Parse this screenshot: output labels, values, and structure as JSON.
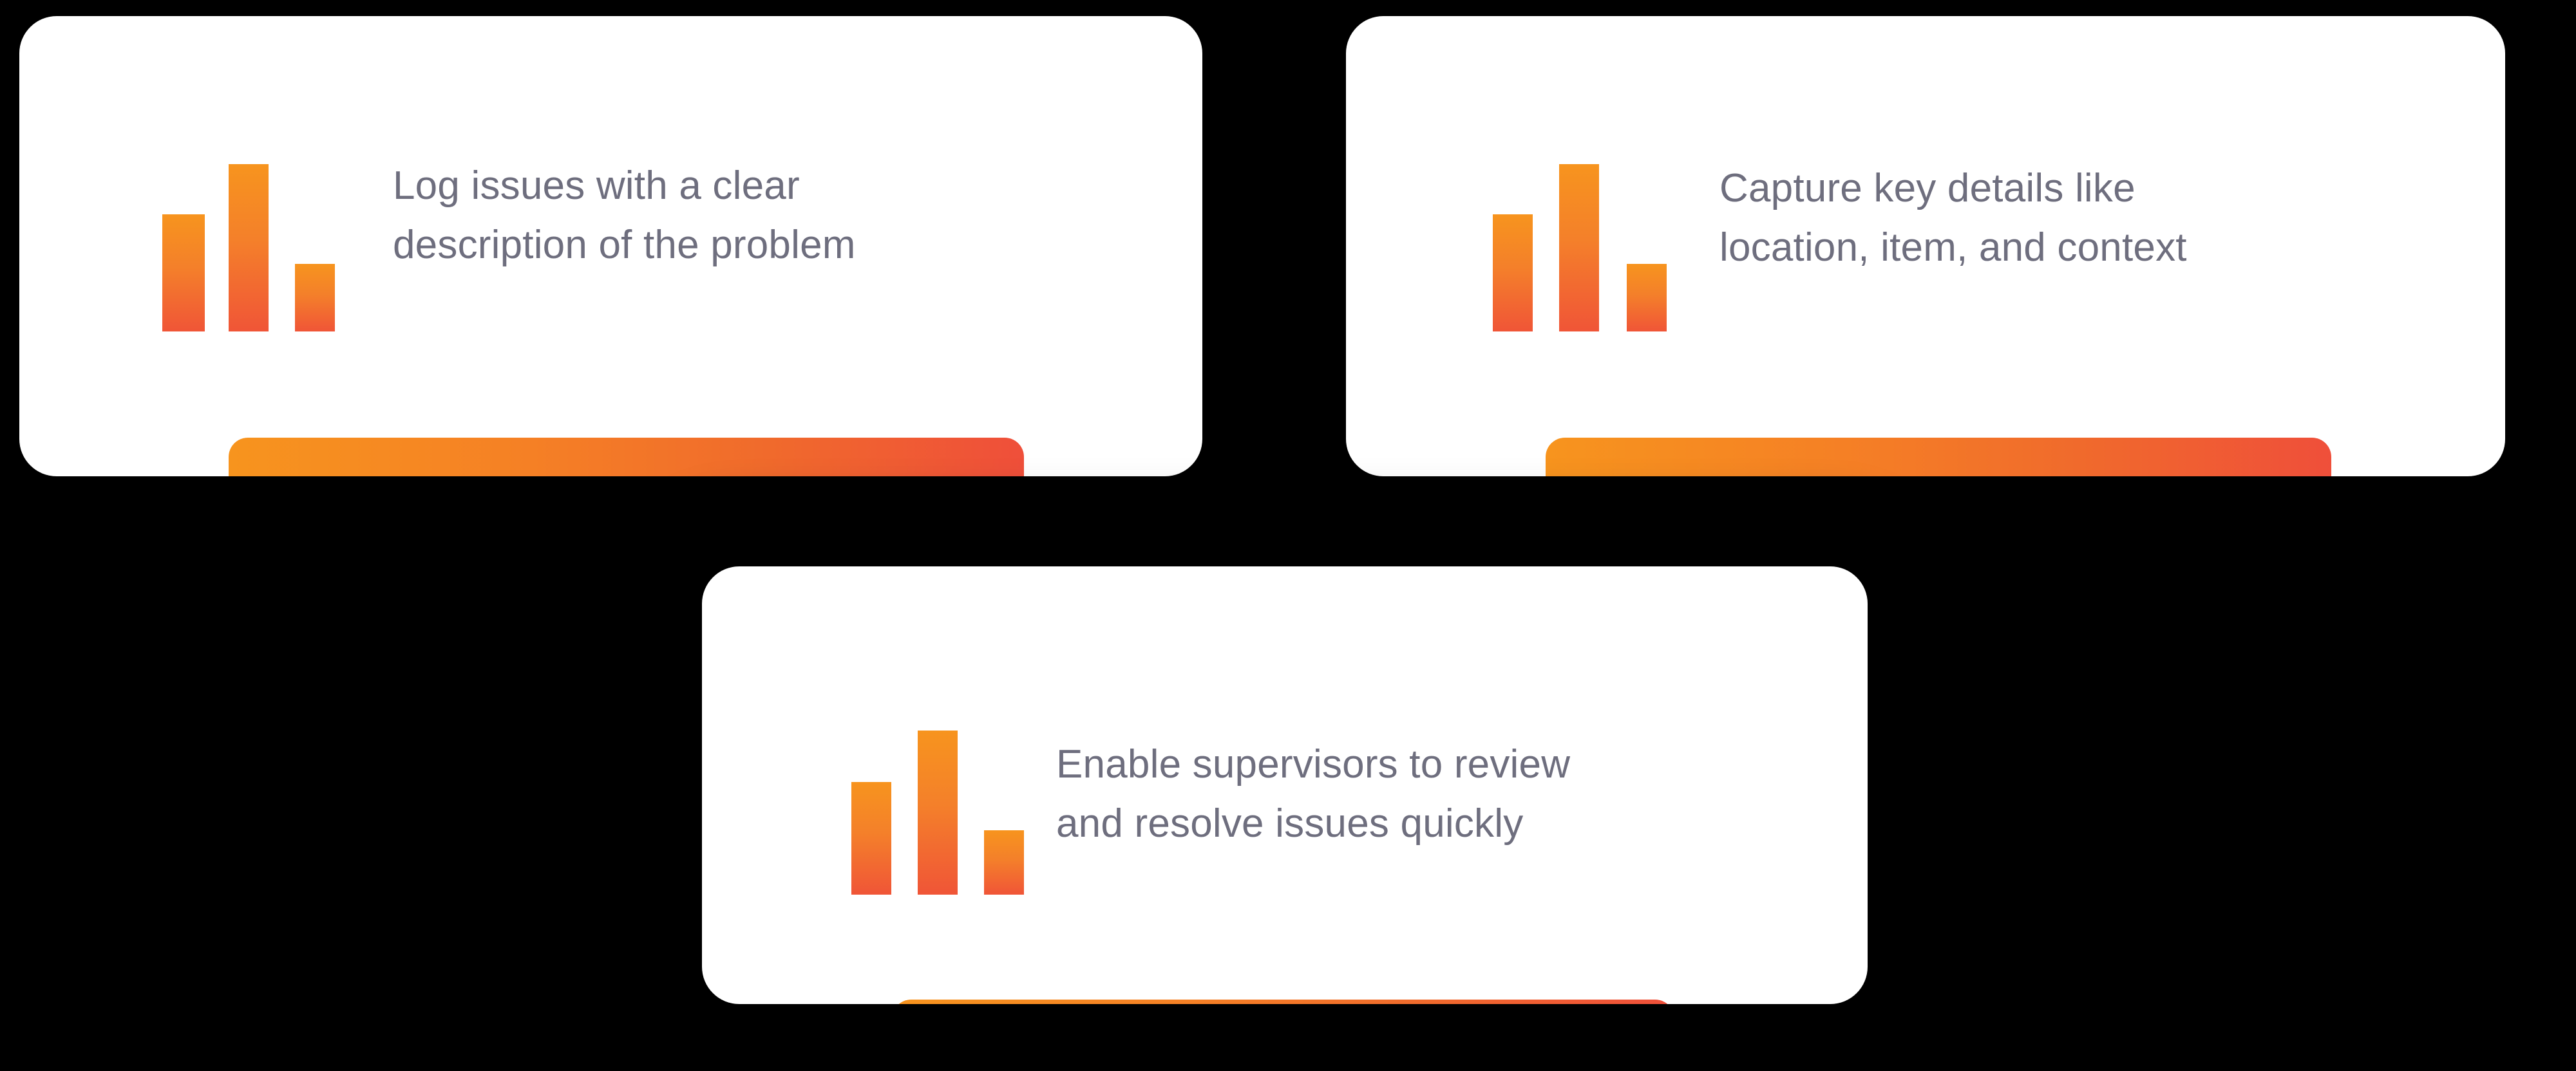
{
  "page": {
    "background_color": "#000000",
    "card_background": "#FFFFFF",
    "text_color": "#6E6E7E",
    "accent_orange": "#F7941E",
    "accent_red_orange": "#F05537"
  },
  "cards": [
    {
      "id": "card-1",
      "icon_name": "bar-chart-icon",
      "text": "Log issues with a clear\ndescription of the problem",
      "line_1": "Log issues with a clear",
      "line_2": "description of the problem",
      "icon_bar_values": [
        61,
        87,
        35
      ],
      "accent_bar_label": "progress-bar"
    },
    {
      "id": "card-2",
      "icon_name": "bar-chart-icon",
      "text": "Capture key details like\nlocation, item, and context",
      "line_1": "Capture key details like",
      "line_2": "location, item, and context",
      "icon_bar_values": [
        61,
        87,
        35
      ],
      "accent_bar_label": "progress-bar"
    },
    {
      "id": "card-3",
      "icon_name": "bar-chart-icon",
      "text": "Enable supervisors to review\nand resolve issues quickly",
      "line_1": "Enable supervisors to review",
      "line_2": "and resolve issues quickly",
      "icon_bar_values": [
        61,
        87,
        35
      ],
      "accent_bar_label": "progress-bar"
    }
  ]
}
